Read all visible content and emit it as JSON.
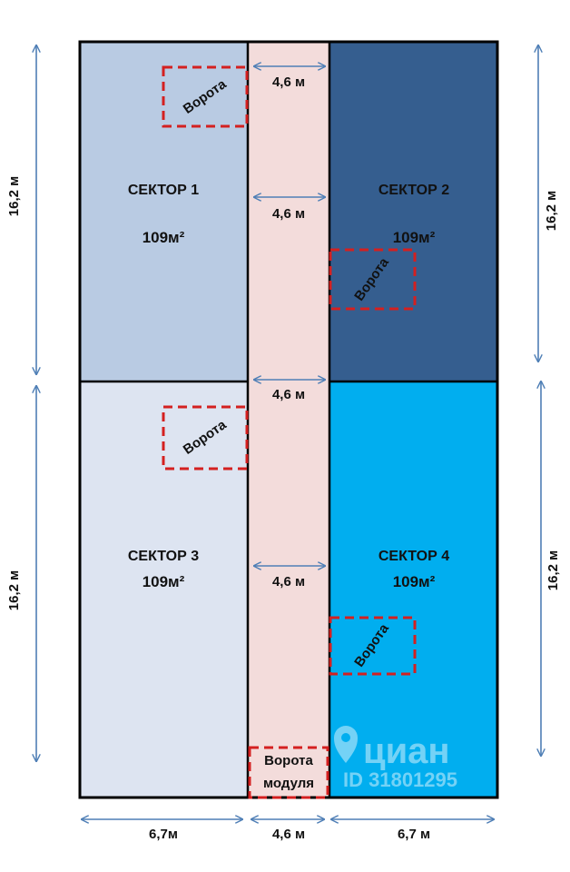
{
  "sectors": [
    {
      "name": "СЕКТОР 1",
      "area": "109м²",
      "color": "#b9cbe3"
    },
    {
      "name": "СЕКТОР 2",
      "area": "109м²",
      "color": "#355e8f"
    },
    {
      "name": "СЕКТОР 3",
      "area": "109м²",
      "color": "#dde4f1"
    },
    {
      "name": "СЕКТОР 4",
      "area": "109м²",
      "color": "#01aeef"
    }
  ],
  "corridor": {
    "color": "#f3dcdb"
  },
  "gate_label": "Ворота",
  "module_gate": {
    "line1": "Ворота",
    "line2": "модуля"
  },
  "dims": {
    "corridor_width": "4,6 м",
    "left_top": "16,2 м",
    "left_bottom": "16,2 м",
    "right_top": "16,2 м",
    "right_bottom": "16,2 м",
    "bottom_left": "6,7м",
    "bottom_mid": "4,6 м",
    "bottom_right": "6,7 м"
  },
  "watermark": {
    "brand": "циан",
    "id": "ID 31801295"
  },
  "colors": {
    "gate_border": "#d42020",
    "arrow": "#4f7fb6",
    "outline": "#000000"
  }
}
